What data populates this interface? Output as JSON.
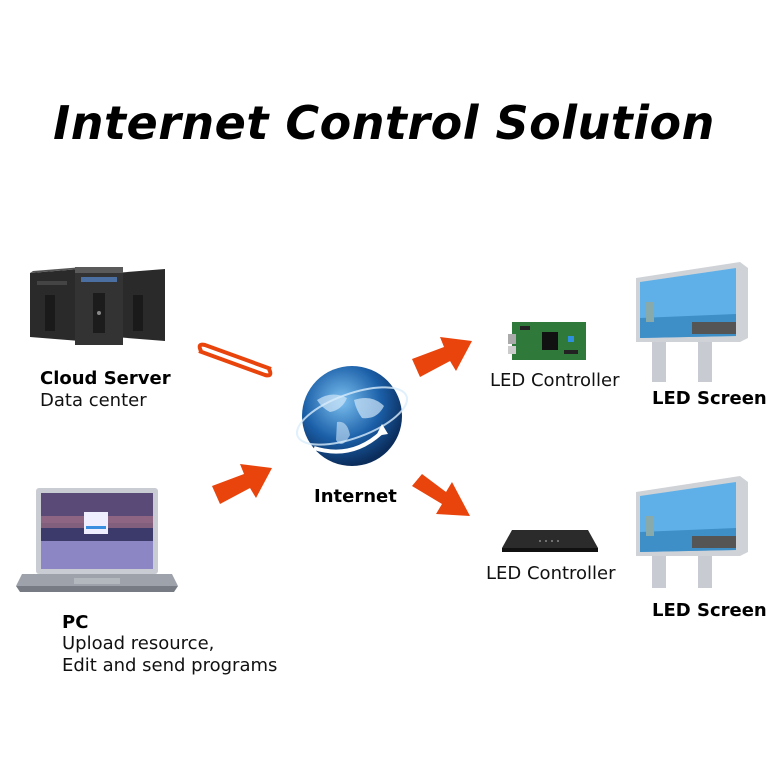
{
  "title": "Internet Control Solution",
  "nodes": {
    "cloud_server": {
      "name": "Cloud Server",
      "desc": "Data center"
    },
    "pc": {
      "name": "PC",
      "desc_lines": [
        "Upload resource,",
        "Edit and send programs"
      ]
    },
    "internet": {
      "name": "Internet"
    },
    "controller_top": {
      "name": "LED Controller"
    },
    "controller_bottom": {
      "name": "LED Controller"
    },
    "screen_top": {
      "name": "LED Screen"
    },
    "screen_bottom": {
      "name": "LED Screen"
    }
  },
  "colors": {
    "arrow": "#e8440c",
    "globe": "#1b5fa8"
  }
}
